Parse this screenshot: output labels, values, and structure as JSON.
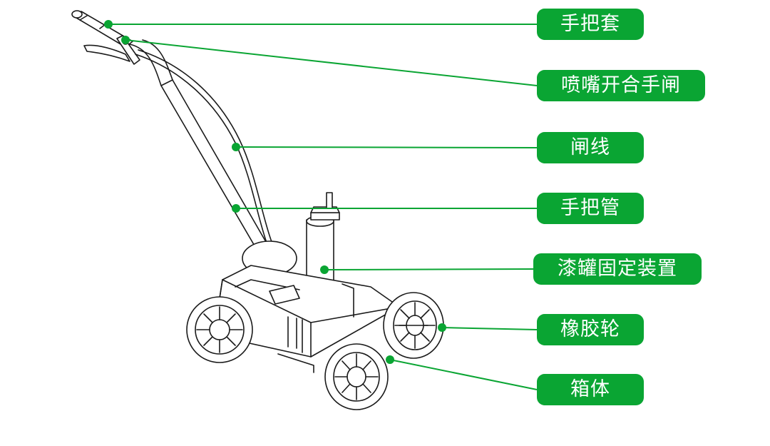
{
  "colors": {
    "accent": "#0aa533",
    "line": "#0aa533",
    "drawing": "#1a1a1a"
  },
  "callouts": [
    {
      "label": "手把套"
    },
    {
      "label": "喷嘴开合手闸"
    },
    {
      "label": "闸线"
    },
    {
      "label": "手把管"
    },
    {
      "label": "漆罐固定装置"
    },
    {
      "label": "橡胶轮"
    },
    {
      "label": "箱体"
    }
  ]
}
